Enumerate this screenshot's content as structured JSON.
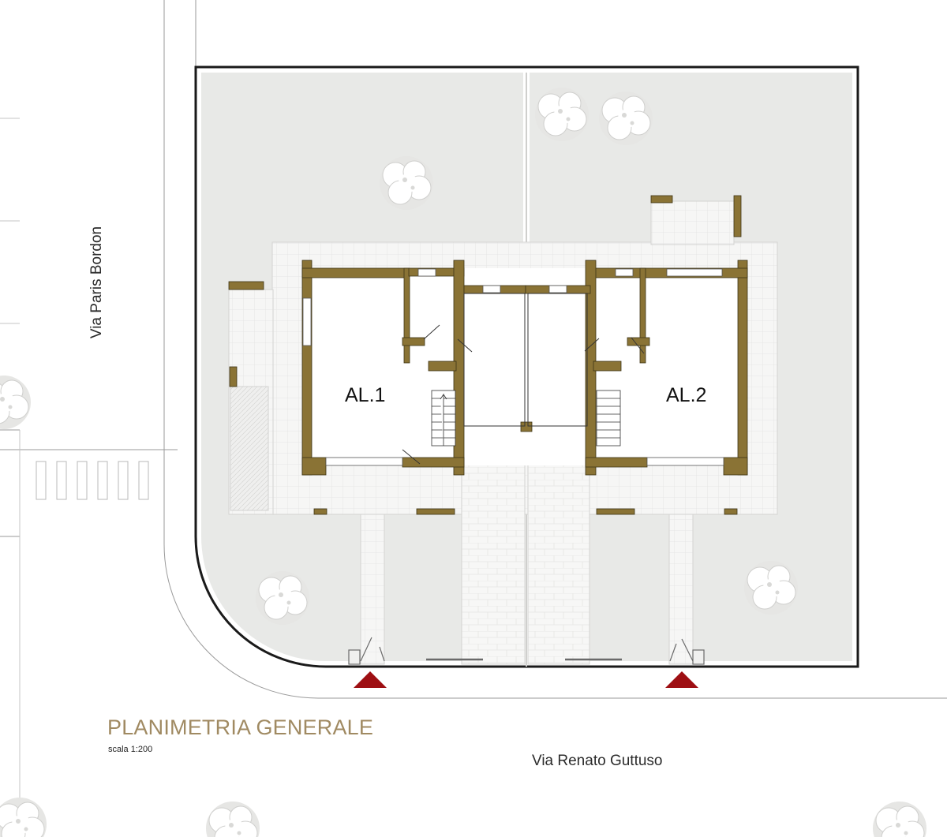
{
  "plan": {
    "title": "PLANIMETRIA GENERALE",
    "scale": "scala 1:200",
    "streets": {
      "left": "Via Paris Bordon",
      "bottom": "Via Renato Guttuso"
    },
    "units": [
      {
        "label": "AL.1"
      },
      {
        "label": "AL.2"
      }
    ],
    "colors": {
      "wall": "#8a7335",
      "garden": "#e8e9e7",
      "entrance_marker": "#9e0f13",
      "title": "#a08a62",
      "line": "#1a1a1a"
    },
    "icons": [
      "tree-icon",
      "entrance-arrow-icon"
    ]
  }
}
